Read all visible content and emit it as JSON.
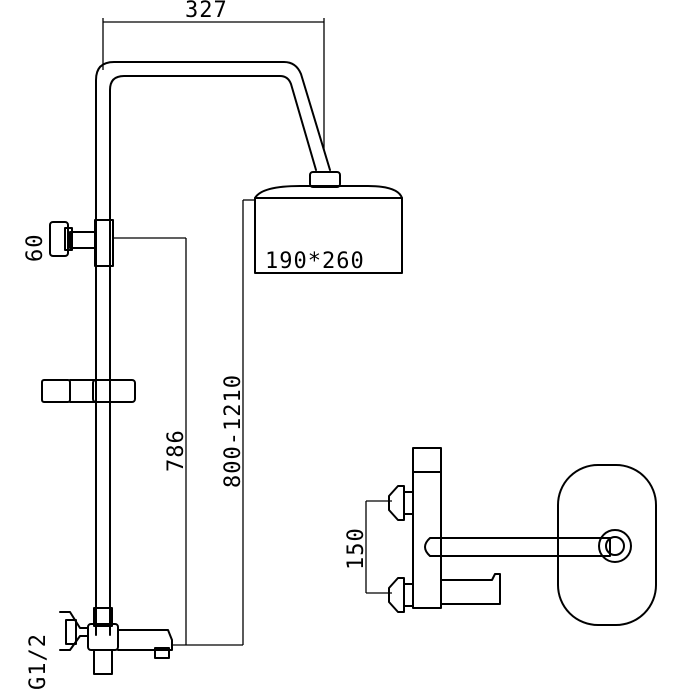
{
  "dimensions": {
    "overall_width": "327",
    "head_size": "190*260",
    "slider_height": "786",
    "rail_range": "800-1210",
    "bracket_size": "60",
    "inlet_thread": "G1/2",
    "mixer_spacing": "150"
  }
}
